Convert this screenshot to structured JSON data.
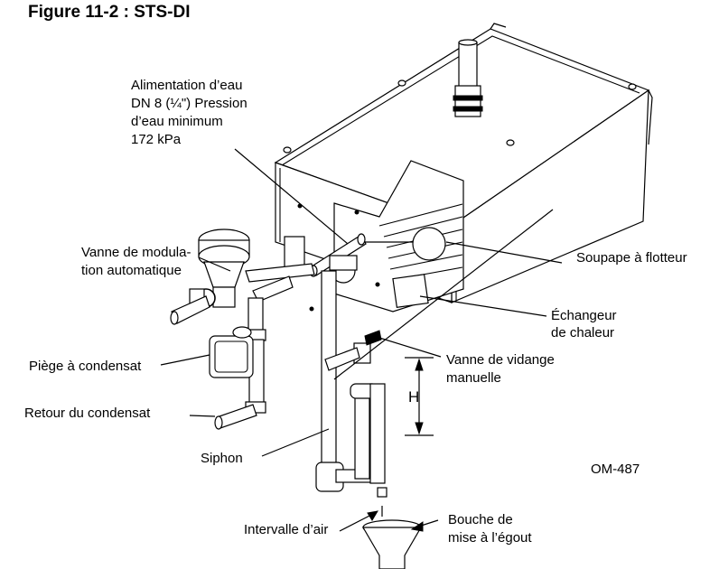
{
  "figure": {
    "title": "Figure 11-2 : STS-DI",
    "code": "OM-487"
  },
  "labels": {
    "water_supply": [
      "Alimentation d’eau",
      "DN 8 (¼\") Pression",
      "d’eau minimum",
      "172 kPa"
    ],
    "modulating_valve": [
      "Vanne de modula-",
      "tion automatique"
    ],
    "float_valve": "Soupape à flotteur",
    "heat_exchanger": [
      "Échangeur",
      "de chaleur"
    ],
    "condensate_trap": "Piège à condensat",
    "drain_valve": [
      "Vanne de vidange",
      "manuelle"
    ],
    "condensate_return": "Retour du condensat",
    "height": "H",
    "siphon": "Siphon",
    "air_gap": "Intervalle d’air",
    "drain_mouth": [
      "Bouche de",
      "mise à l’égout"
    ]
  },
  "icons": [
    "humidifier-tank",
    "modulating-valve-icon",
    "condensate-trap-icon",
    "float-ball-icon",
    "drain-funnel-icon",
    "height-arrow-icon"
  ]
}
